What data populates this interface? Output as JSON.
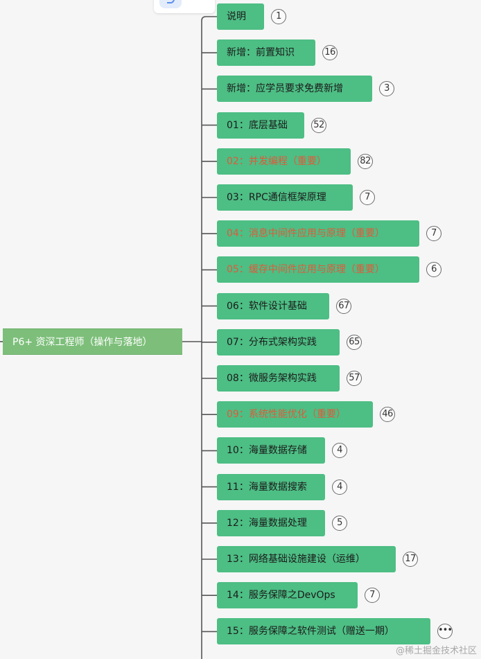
{
  "root": {
    "label": "P6+ 资深工程师（操作与落地）"
  },
  "children": [
    {
      "label": "说明",
      "badge": "1",
      "important": false
    },
    {
      "label": "新增：前置知识",
      "badge": "16",
      "important": false
    },
    {
      "label": "新增：应学员要求免费新增",
      "badge": "3",
      "important": false
    },
    {
      "label": "01：底层基础",
      "badge": "52",
      "important": false
    },
    {
      "label": "02：并发编程（重要）",
      "badge": "82",
      "important": true
    },
    {
      "label": "03：RPC通信框架原理",
      "badge": "7",
      "important": false
    },
    {
      "label": "04：消息中间件应用与原理（重要）",
      "badge": "7",
      "important": true
    },
    {
      "label": "05：缓存中间件应用与原理（重要）",
      "badge": "6",
      "important": true
    },
    {
      "label": "06：软件设计基础",
      "badge": "67",
      "important": false
    },
    {
      "label": "07：分布式架构实践",
      "badge": "65",
      "important": false
    },
    {
      "label": "08：微服务架构实践",
      "badge": "57",
      "important": false
    },
    {
      "label": "09：系统性能优化（重要）",
      "badge": "46",
      "important": true
    },
    {
      "label": "10：海量数据存储",
      "badge": "4",
      "important": false
    },
    {
      "label": "11：海量数据搜索",
      "badge": "4",
      "important": false
    },
    {
      "label": "12：海量数据处理",
      "badge": "5",
      "important": false
    },
    {
      "label": "13：网络基础设施建设（运维）",
      "badge": "17",
      "important": false
    },
    {
      "label": "14：服务保障之DevOps",
      "badge": "7",
      "important": false
    },
    {
      "label": "15：服务保障之软件测试（赠送一期）",
      "badge": "•••",
      "important": false
    }
  ],
  "colors": {
    "node": "#4dbe84",
    "root": "#7dbf7a",
    "important_text": "#e05a3a",
    "wire": "#555555"
  },
  "watermark": "@稀土掘金技术社区"
}
